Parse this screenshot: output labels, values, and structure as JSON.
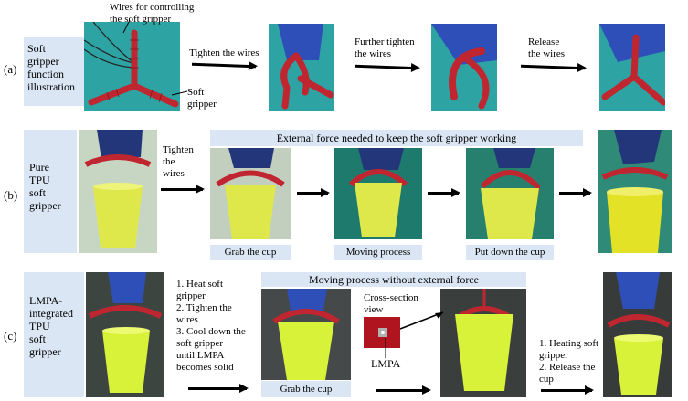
{
  "panel_labels": {
    "a": "(a)",
    "b": "(b)",
    "c": "(c)"
  },
  "row_a": {
    "title": "Soft\ngripper\nfunction\nillustration",
    "wires_label": "Wires for controlling\nthe soft gripper",
    "gripper_label": "Soft\ngripper",
    "step1": "Tighten the wires",
    "step2": "Further tighten\nthe wires",
    "step3": "Release\nthe wires"
  },
  "row_b": {
    "title": "Pure\nTPU\nsoft\ngripper",
    "step_tighten": "Tighten\nthe\nwires",
    "banner": "External force needed to keep the soft gripper working",
    "cap1": "Grab the cup",
    "cap2": "Moving process",
    "cap3": "Put down the cup"
  },
  "row_c": {
    "title": "LMPA-\nintegrated\nTPU\nsoft\ngripper",
    "steps": "1. Heat soft\n    gripper\n2. Tighten the\n    wires\n3. Cool down the\n    soft gripper\n    until LMPA\n    becomes solid",
    "banner": "Moving process without external force",
    "cross_section": "Cross-section\nview",
    "lmpa": "LMPA",
    "cap1": "Grab the cup",
    "release_steps": "1. Heating soft\n    gripper\n2. Release the\n    cup"
  },
  "colors": {
    "panel_bg": "#dbe6f4",
    "gripper": "#c0262f",
    "cup": "#dfe84a",
    "glove": "#2f4fb8",
    "teal_bg": "#2ea3a3"
  }
}
